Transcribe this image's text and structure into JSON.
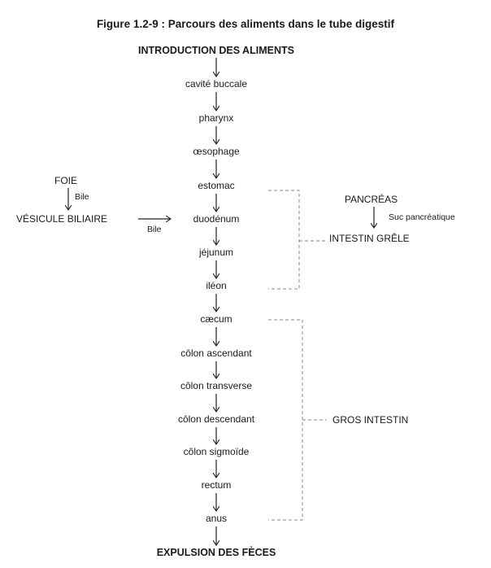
{
  "figure": {
    "title": "Figure 1.2-9 : Parcours des aliments dans le tube digestif",
    "start": "INTRODUCTION DES ALIMENTS",
    "end": "EXPULSION DES FÈCES",
    "stages": [
      "cavité buccale",
      "pharynx",
      "œsophage",
      "estomac",
      "duodénum",
      "jéjunum",
      "iléon",
      "cæcum",
      "côlon ascendant",
      "côlon transverse",
      "côlon descendant",
      "côlon sigmoïde",
      "rectum",
      "anus"
    ],
    "liver": {
      "label": "FOIE",
      "secretion": "Bile"
    },
    "gallbladder": {
      "label": "VÉSICULE BILIAIRE",
      "secretion": "Bile"
    },
    "pancreas": {
      "label": "PANCRÉAS",
      "secretion": "Suc pancréatique"
    },
    "groups": {
      "small_intestine": "INTESTIN GRÊLE",
      "large_intestine": "GROS INTESTIN"
    }
  }
}
